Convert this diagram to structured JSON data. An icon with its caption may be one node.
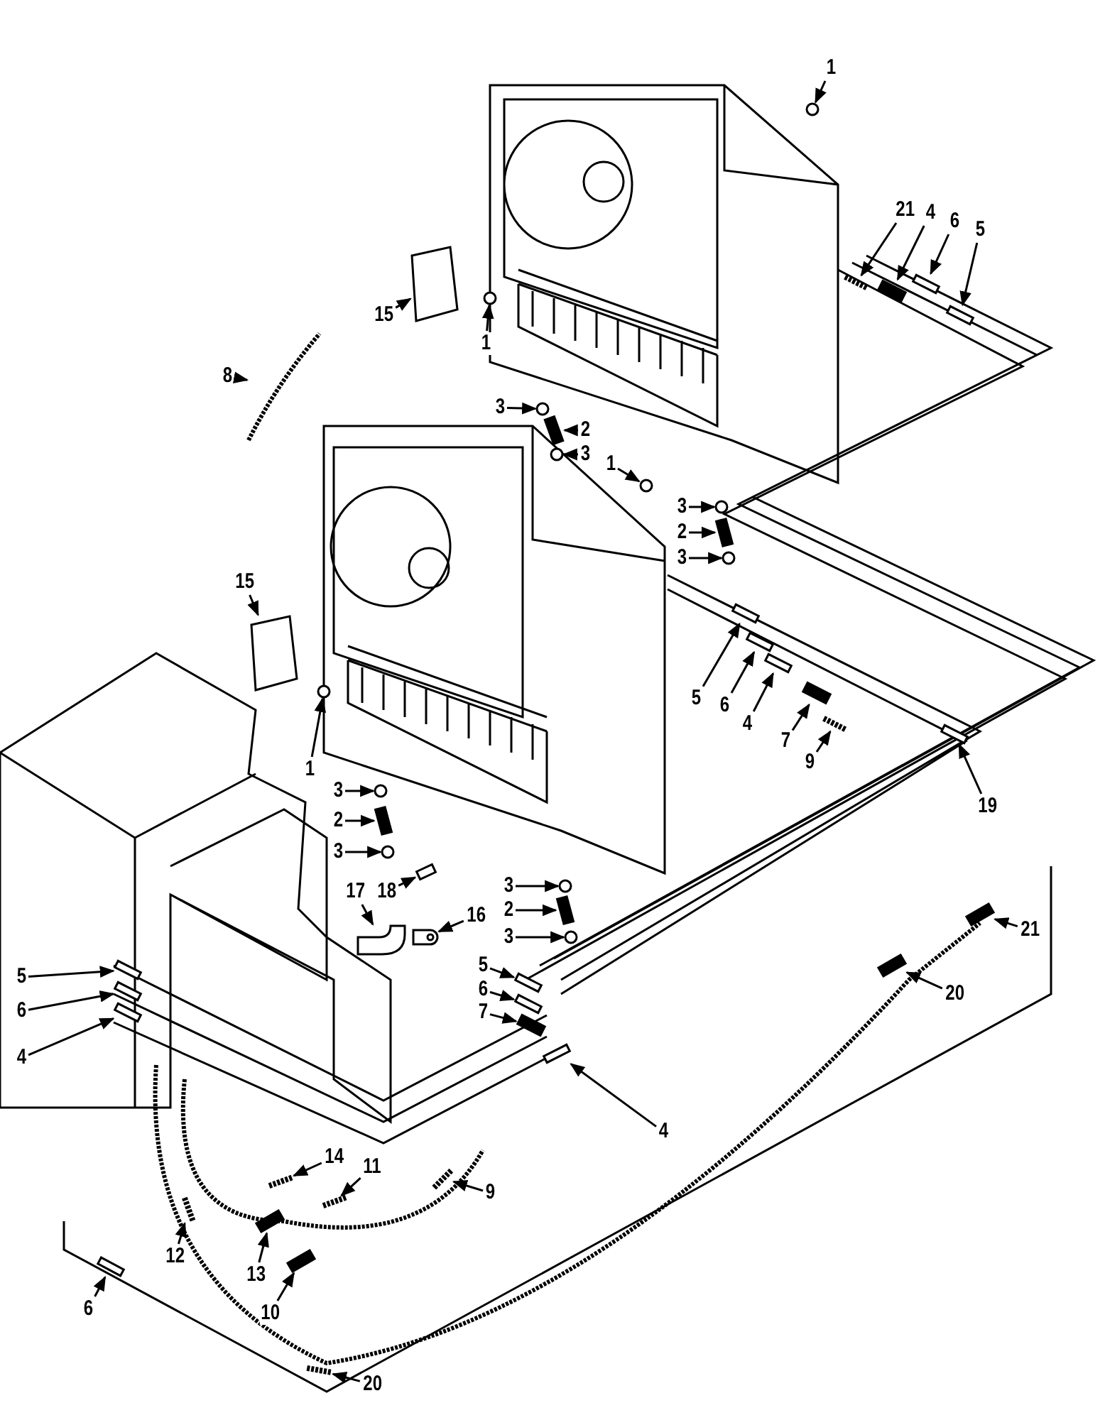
{
  "diagram": {
    "nodes": [
      {
        "text": [
          "1"
        ]
      },
      {
        "text": [
          "21"
        ]
      },
      {
        "text": [
          "4"
        ]
      },
      {
        "text": [
          "6"
        ]
      },
      {
        "text": [
          "5"
        ]
      },
      {
        "text": [
          "15"
        ]
      },
      {
        "text": [
          "1"
        ]
      },
      {
        "text": [
          "8"
        ]
      },
      {
        "text": [
          "3"
        ]
      },
      {
        "text": [
          "2"
        ]
      },
      {
        "text": [
          "3"
        ]
      },
      {
        "text": [
          "1"
        ]
      },
      {
        "text": [
          "3"
        ]
      },
      {
        "text": [
          "2"
        ]
      },
      {
        "text": [
          "3"
        ]
      },
      {
        "text": [
          "15"
        ]
      },
      {
        "text": [
          "5"
        ]
      },
      {
        "text": [
          "6"
        ]
      },
      {
        "text": [
          "4"
        ]
      },
      {
        "text": [
          "1"
        ]
      },
      {
        "text": [
          "7"
        ]
      },
      {
        "text": [
          "9"
        ]
      },
      {
        "text": [
          "19"
        ]
      },
      {
        "text": [
          "3"
        ]
      },
      {
        "text": [
          "2"
        ]
      },
      {
        "text": [
          "3"
        ]
      },
      {
        "text": [
          "17"
        ]
      },
      {
        "text": [
          "18"
        ]
      },
      {
        "text": [
          "3"
        ]
      },
      {
        "text": [
          "2"
        ]
      },
      {
        "text": [
          "16"
        ]
      },
      {
        "text": [
          "3"
        ]
      },
      {
        "text": [
          "21"
        ]
      },
      {
        "text": [
          "20"
        ]
      },
      {
        "text": [
          "5"
        ]
      },
      {
        "text": [
          "6"
        ]
      },
      {
        "text": [
          "7"
        ]
      },
      {
        "text": [
          "5"
        ]
      },
      {
        "text": [
          "6"
        ]
      },
      {
        "text": [
          "4"
        ]
      },
      {
        "text": [
          "4"
        ]
      },
      {
        "text": [
          "14"
        ]
      },
      {
        "text": [
          "11"
        ]
      },
      {
        "text": [
          "9"
        ]
      },
      {
        "text": [
          "12"
        ]
      },
      {
        "text": [
          "13"
        ]
      },
      {
        "text": [
          "10"
        ]
      },
      {
        "text": [
          "6"
        ]
      },
      {
        "text": [
          "20"
        ]
      },
      {
        "text": [],
        "shape": "circle"
      },
      {
        "text": [],
        "shape": "bar"
      },
      {
        "text": [],
        "shape": "bar"
      },
      {
        "text": [],
        "shape": "bar"
      },
      {
        "text": [],
        "shape": "bar"
      },
      {
        "text": [],
        "shape": "box"
      },
      {
        "text": [],
        "shape": "circle"
      },
      {
        "text": [],
        "shape": "picture"
      },
      {
        "text": [],
        "shape": "circle"
      },
      {
        "text": [],
        "shape": "bar"
      },
      {
        "text": [],
        "shape": "circle"
      },
      {
        "text": [],
        "shape": "circle"
      },
      {
        "text": [],
        "shape": "circle"
      },
      {
        "text": [],
        "shape": "bar"
      },
      {
        "text": [],
        "shape": "circle"
      },
      {
        "text": [],
        "shape": "box"
      },
      {
        "text": [],
        "shape": "bar"
      },
      {
        "text": [],
        "shape": "bar"
      },
      {
        "text": [],
        "shape": "bar"
      },
      {
        "text": [],
        "shape": "circle"
      },
      {
        "text": [],
        "shape": "bar"
      },
      {
        "text": [],
        "shape": "bar"
      },
      {
        "text": [],
        "shape": "bar"
      },
      {
        "text": [],
        "shape": "circle"
      },
      {
        "text": [],
        "shape": "bar"
      },
      {
        "text": [],
        "shape": "circle"
      },
      {
        "text": [],
        "shape": "picture"
      },
      {
        "text": [],
        "shape": "picture"
      },
      {
        "text": [],
        "shape": "circle"
      },
      {
        "text": [],
        "shape": "bar"
      },
      {
        "text": [],
        "shape": "picture"
      },
      {
        "text": [],
        "shape": "circle"
      },
      {
        "text": [],
        "shape": "bar"
      },
      {
        "text": [],
        "shape": "bar"
      },
      {
        "text": [],
        "shape": "bar"
      },
      {
        "text": [],
        "shape": "bar"
      },
      {
        "text": [],
        "shape": "bar"
      },
      {
        "text": [],
        "shape": "bar"
      },
      {
        "text": [],
        "shape": "bar"
      },
      {
        "text": [],
        "shape": "bar"
      },
      {
        "text": [],
        "shape": "bar"
      },
      {
        "text": [],
        "shape": "bar"
      },
      {
        "text": [],
        "shape": "bar"
      },
      {
        "text": [],
        "shape": "bar"
      },
      {
        "text": [],
        "shape": "bar"
      },
      {
        "text": [],
        "shape": "bar"
      },
      {
        "text": [],
        "shape": "bar"
      },
      {
        "text": [],
        "shape": "bar"
      },
      {
        "text": [],
        "shape": "bar"
      }
    ],
    "edges": [
      {
        "from": 0,
        "to": 49,
        "arrow": "to"
      },
      {
        "from": 1,
        "to": 50,
        "arrow": "to"
      },
      {
        "from": 2,
        "to": 51,
        "arrow": "to"
      },
      {
        "from": 3,
        "to": 52,
        "arrow": "to"
      },
      {
        "from": 4,
        "to": 53,
        "arrow": "to"
      },
      {
        "from": 5,
        "to": 54,
        "arrow": "to"
      },
      {
        "from": 6,
        "to": 55,
        "arrow": "to"
      },
      {
        "from": 7,
        "to": 56,
        "arrow": "to"
      },
      {
        "from": 8,
        "to": 57,
        "arrow": "to"
      },
      {
        "from": 9,
        "to": 58,
        "arrow": "to"
      },
      {
        "from": 10,
        "to": 59,
        "arrow": "to"
      },
      {
        "from": 11,
        "to": 60,
        "arrow": "to"
      },
      {
        "from": 12,
        "to": 61,
        "arrow": "to"
      },
      {
        "from": 13,
        "to": 62,
        "arrow": "to"
      },
      {
        "from": 14,
        "to": 63,
        "arrow": "to"
      },
      {
        "from": 15,
        "to": 64,
        "arrow": "to"
      },
      {
        "from": 16,
        "to": 65,
        "arrow": "to"
      },
      {
        "from": 17,
        "to": 66,
        "arrow": "to"
      },
      {
        "from": 18,
        "to": 67,
        "arrow": "to"
      },
      {
        "from": 19,
        "to": 68,
        "arrow": "to"
      },
      {
        "from": 20,
        "to": 69,
        "arrow": "to"
      },
      {
        "from": 21,
        "to": 70,
        "arrow": "to"
      },
      {
        "from": 22,
        "to": 71,
        "arrow": "to"
      },
      {
        "from": 23,
        "to": 72,
        "arrow": "to"
      },
      {
        "from": 24,
        "to": 73,
        "arrow": "to"
      },
      {
        "from": 25,
        "to": 74,
        "arrow": "to"
      },
      {
        "from": 26,
        "to": 75,
        "arrow": "to"
      },
      {
        "from": 27,
        "to": 76,
        "arrow": "to"
      },
      {
        "from": 28,
        "to": 77,
        "arrow": "to"
      },
      {
        "from": 29,
        "to": 78,
        "arrow": "to"
      },
      {
        "from": 30,
        "to": 79,
        "arrow": "to"
      },
      {
        "from": 31,
        "to": 80,
        "arrow": "to"
      },
      {
        "from": 32,
        "to": 81,
        "arrow": "to"
      },
      {
        "from": 33,
        "to": 82,
        "arrow": "to"
      },
      {
        "from": 34,
        "to": 83,
        "arrow": "to"
      },
      {
        "from": 35,
        "to": 84,
        "arrow": "to"
      },
      {
        "from": 36,
        "to": 85,
        "arrow": "to"
      },
      {
        "from": 37,
        "to": 86,
        "arrow": "to"
      },
      {
        "from": 38,
        "to": 87,
        "arrow": "to"
      },
      {
        "from": 39,
        "to": 88,
        "arrow": "to"
      },
      {
        "from": 40,
        "to": 89,
        "arrow": "to"
      },
      {
        "from": 41,
        "to": 90,
        "arrow": "to"
      },
      {
        "from": 42,
        "to": 91,
        "arrow": "to"
      },
      {
        "from": 43,
        "to": 92,
        "arrow": "to"
      },
      {
        "from": 44,
        "to": 93,
        "arrow": "to"
      },
      {
        "from": 45,
        "to": 94,
        "arrow": "to"
      },
      {
        "from": 46,
        "to": 95,
        "arrow": "to"
      },
      {
        "from": 47,
        "to": 96,
        "arrow": "to"
      },
      {
        "from": 48,
        "to": 97,
        "arrow": "to"
      }
    ]
  }
}
